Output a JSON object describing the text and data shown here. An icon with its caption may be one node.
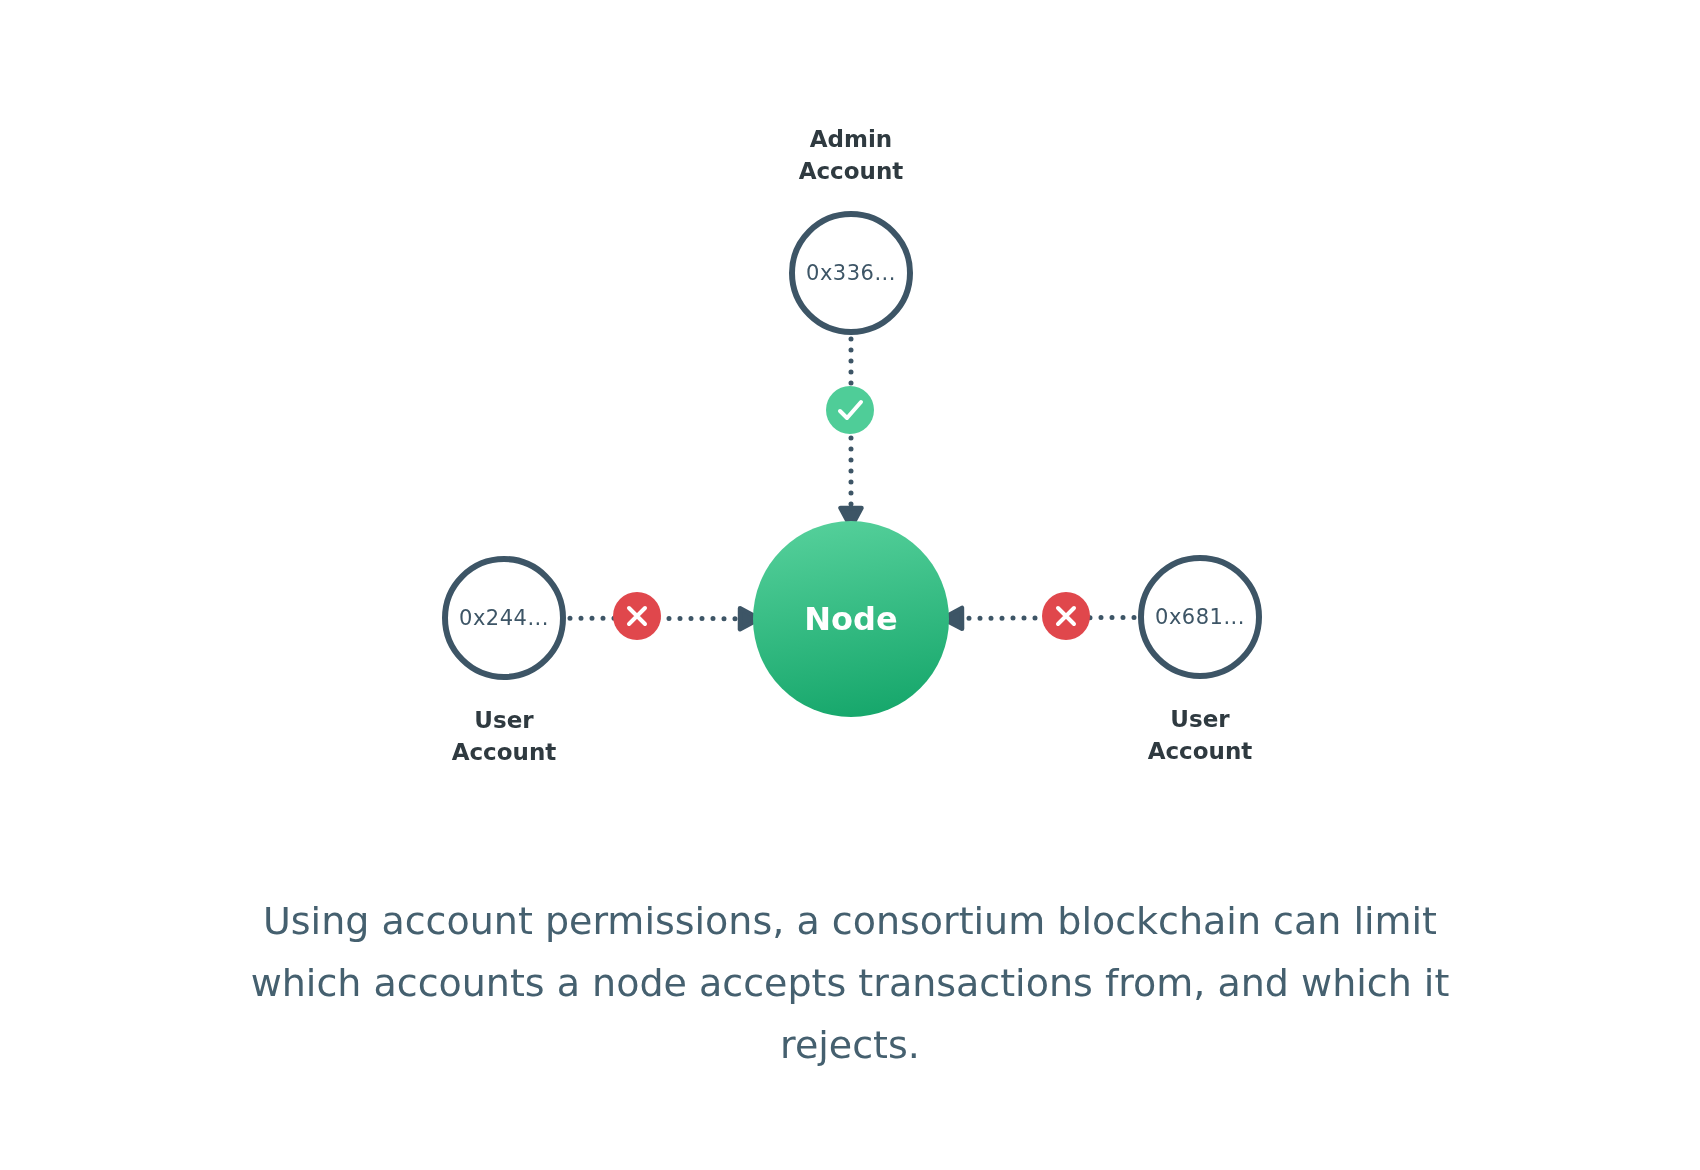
{
  "diagram": {
    "nodes": [
      {
        "text": [
          "Admin Account",
          "0x336..."
        ]
      },
      {
        "text": [
          "Node"
        ]
      },
      {
        "text": [
          "0x244...",
          "User Account"
        ]
      },
      {
        "text": [
          "0x681...",
          "User Account"
        ]
      }
    ],
    "edges": [
      {
        "from": 0,
        "to": 1,
        "arrow": "to",
        "style": "dashed"
      },
      {
        "from": 2,
        "to": 1,
        "arrow": "to",
        "style": "dashed"
      },
      {
        "from": 3,
        "to": 1,
        "arrow": "to",
        "style": "dashed"
      }
    ],
    "caption": "Using account permissions, a consortium blockchain can limit which accounts a node accepts transactions from, and which it rejects."
  }
}
